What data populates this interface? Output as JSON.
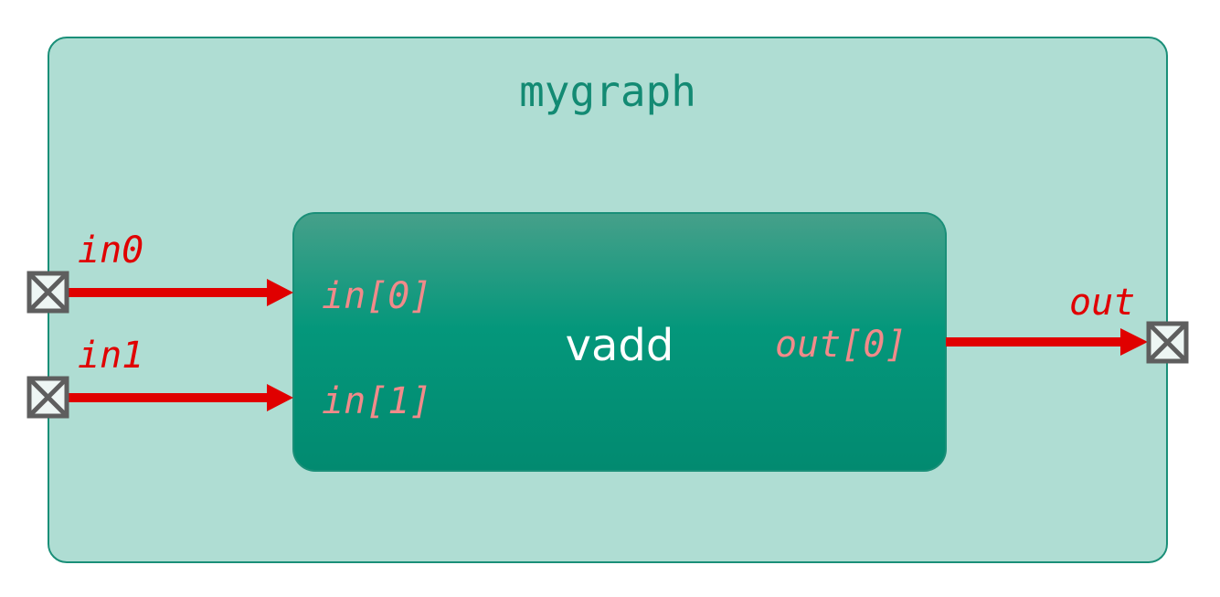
{
  "graph": {
    "title": "mygraph"
  },
  "kernel": {
    "name": "vadd",
    "inputs": [
      "in[0]",
      "in[1]"
    ],
    "outputs": [
      "out[0]"
    ]
  },
  "ports": {
    "in0": "in0",
    "in1": "in1",
    "out": "out"
  },
  "colors": {
    "graph_fill": "#afddd3",
    "graph_stroke": "#1a8f78",
    "title": "#138a73",
    "kernel_top": "#46a08a",
    "kernel_bottom": "#028a70",
    "net": "#e00000",
    "port_label": "#f28a8a",
    "port_box": "#5e5e5e"
  }
}
